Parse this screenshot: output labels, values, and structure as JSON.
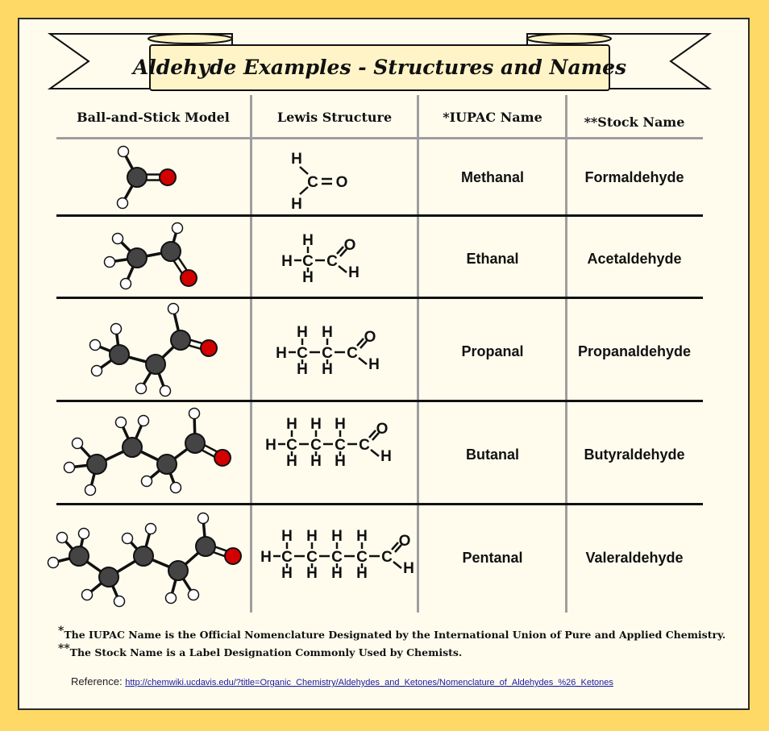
{
  "title": "Aldehyde Examples - Structures and Names",
  "headers": {
    "ball_and_stick": "Ball-and-Stick Model",
    "lewis": "Lewis Structure",
    "iupac": "*IUPAC Name",
    "stock": "**Stock Name"
  },
  "rows": [
    {
      "iupac": "Methanal",
      "stock": "Formaldehyde"
    },
    {
      "iupac": "Ethanal",
      "stock": "Acetaldehyde"
    },
    {
      "iupac": "Propanal",
      "stock": "Propanaldehyde"
    },
    {
      "iupac": "Butanal",
      "stock": "Butyraldehyde"
    },
    {
      "iupac": "Pentanal",
      "stock": "Valeraldehyde"
    }
  ],
  "lewis_atoms": {
    "carbon": "C",
    "hydrogen": "H",
    "oxygen": "O",
    "single_bond": "-",
    "double_bond": "="
  },
  "notes": {
    "iupac_mark": "*",
    "iupac_text": "The IUPAC Name is the Official Nomenclature Designated by the International Union of Pure and Applied Chemistry.",
    "stock_mark": "**",
    "stock_text": "The Stock Name is a Label Designation Commonly Used by Chemists."
  },
  "reference": {
    "label": "Reference:",
    "url": "http://chemwiki.ucdavis.edu/?title=Organic_Chemistry/Aldehydes_and_Ketones/Nomenclature_of_Aldehydes_%26_Ketones"
  },
  "colors": {
    "background": "#FFD966",
    "panel": "#FFFCEE",
    "carbon": "#444444",
    "oxygen": "#D40000",
    "hydrogen": "#FFFFFF"
  }
}
